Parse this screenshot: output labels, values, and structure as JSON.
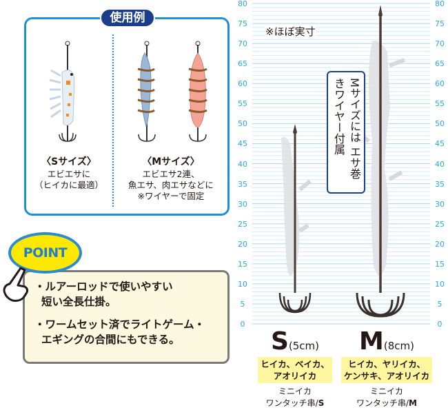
{
  "usage": {
    "title": "使用例",
    "s_heading": "〈Sサイズ〉",
    "s_line1": "エビエサに",
    "s_line2": "（ヒイカに最適）",
    "m_heading": "〈Mサイズ〉",
    "m_line1": "エビエサ2連、",
    "m_line2": "魚エサ、肉エサなどに",
    "m_line3": "※ワイヤーで固定"
  },
  "point": {
    "badge": "POINT",
    "bullet1_line1": "・ルアーロッドで使いやすい",
    "bullet1_line2": "短い全長仕掛。",
    "bullet2_line1": "・ワームセット済でライトゲーム・",
    "bullet2_line2": "エギングの合間にもできる。"
  },
  "ruler": {
    "note": "※ほぼ実寸",
    "ticks": [
      "0",
      "5",
      "10",
      "15",
      "20",
      "25",
      "30",
      "35",
      "40",
      "45",
      "50",
      "55",
      "60",
      "65",
      "70",
      "75",
      "80"
    ],
    "callout": "Mサイズには エサ巻きワイヤー付属"
  },
  "products": {
    "s": {
      "size": "S",
      "length": "(5cm)",
      "targets_line1": "ヒイカ、ベイカ、",
      "targets_line2": "アオリイカ",
      "name_line1": "ミニイカ",
      "name_line2": "ワンタッチ串/",
      "name_suffix": "S"
    },
    "m": {
      "size": "M",
      "length": "(8cm)",
      "targets_line1": "ヒイカ、ヤリイカ、",
      "targets_line2": "ケンサキ、アオリイカ",
      "name_line1": "ミニイカ",
      "name_line2": "ワンタッチ串/",
      "name_suffix": "M"
    }
  },
  "colors": {
    "frame_blue": "#1f8fd6",
    "navy": "#1b3e8a",
    "ruler_label": "#29a9e0",
    "highlight": "#fff6a0",
    "point_yellow": "#ffe800"
  }
}
